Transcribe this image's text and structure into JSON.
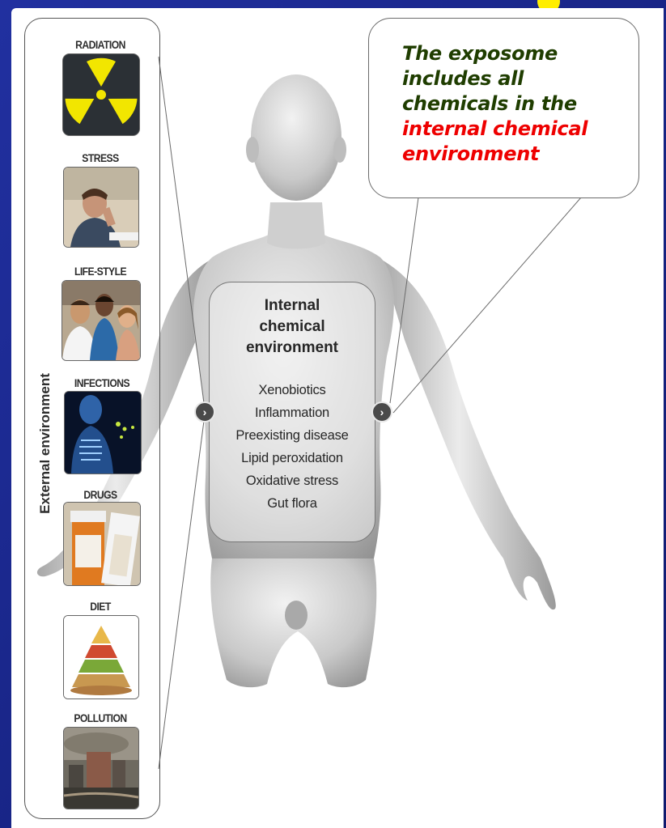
{
  "external_label": "External environment",
  "exposures": [
    {
      "label": "RADIATION",
      "icon": "radiation-icon"
    },
    {
      "label": "STRESS",
      "icon": "stressed-person-photo"
    },
    {
      "label": "LIFE-STYLE",
      "icon": "friends-photo"
    },
    {
      "label": "INFECTIONS",
      "icon": "xray-body-photo"
    },
    {
      "label": "DRUGS",
      "icon": "pill-bottle-photo"
    },
    {
      "label": "DIET",
      "icon": "food-pyramid-photo"
    },
    {
      "label": "POLLUTION",
      "icon": "polluted-city-photo"
    }
  ],
  "internal": {
    "title": [
      "Internal",
      "chemical",
      "environment"
    ],
    "items": [
      "Xenobiotics",
      "Inflammation",
      "Preexisting disease",
      "Lipid peroxidation",
      "Oxidative stress",
      "Gut flora"
    ]
  },
  "callout": {
    "lines": [
      "The exposome",
      "includes all",
      "chemicals  in the"
    ],
    "highlight_lines": [
      "internal chemical",
      "environment"
    ],
    "text_color": "#1f3d00",
    "highlight_color": "#ee0000"
  },
  "arrow_glyph": "›",
  "colors": {
    "background": "#1c2a8c",
    "radiation_yellow": "#f2e600"
  }
}
